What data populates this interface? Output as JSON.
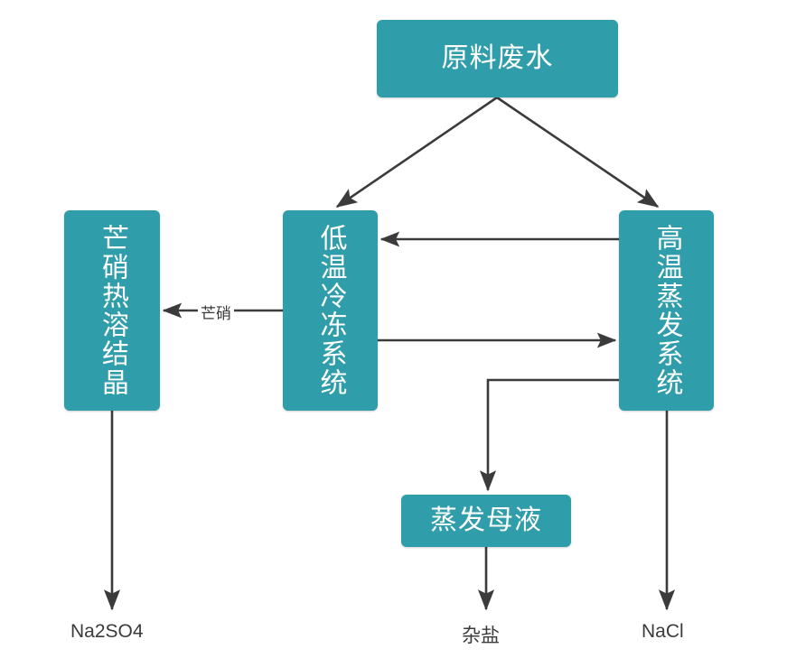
{
  "diagram": {
    "title_present": false,
    "accent_color": "#2f9daa",
    "line_color": "#3b3b3b",
    "text_color_on_node": "#ffffff",
    "background": "#ffffff",
    "nodes": [
      {
        "id": "feed",
        "label": "原料废水",
        "orientation": "horizontal"
      },
      {
        "id": "crystal",
        "label": "芒硝热溶结晶",
        "orientation": "vertical"
      },
      {
        "id": "freeze",
        "label": "低温冷冻系统",
        "orientation": "vertical"
      },
      {
        "id": "evap",
        "label": "高温蒸发系统",
        "orientation": "vertical"
      },
      {
        "id": "mother",
        "label": "蒸发母液",
        "orientation": "horizontal"
      }
    ],
    "edge_labels": [
      {
        "id": "mangxiao",
        "label": "芒硝",
        "from": "freeze",
        "to": "crystal"
      }
    ],
    "outputs": [
      {
        "id": "na2so4",
        "label": "Na2SO4",
        "from": "crystal"
      },
      {
        "id": "zayan",
        "label": "杂盐",
        "from": "mother"
      },
      {
        "id": "nacl",
        "label": "NaCl",
        "from": "evap"
      }
    ],
    "edges": [
      {
        "from": "feed",
        "to": "freeze",
        "kind": "diagonal-arrow"
      },
      {
        "from": "feed",
        "to": "evap",
        "kind": "diagonal-arrow"
      },
      {
        "from": "evap",
        "to": "freeze",
        "kind": "horizontal-arrow-left"
      },
      {
        "from": "freeze",
        "to": "evap",
        "kind": "horizontal-arrow-right"
      },
      {
        "from": "freeze",
        "to": "crystal",
        "kind": "horizontal-arrow-left"
      },
      {
        "from": "evap",
        "to": "mother",
        "kind": "elbow-arrow-down"
      },
      {
        "from": "crystal",
        "to": "na2so4",
        "kind": "vertical-arrow-down"
      },
      {
        "from": "mother",
        "to": "zayan",
        "kind": "vertical-arrow-down"
      },
      {
        "from": "evap",
        "to": "nacl",
        "kind": "vertical-arrow-down"
      }
    ]
  }
}
